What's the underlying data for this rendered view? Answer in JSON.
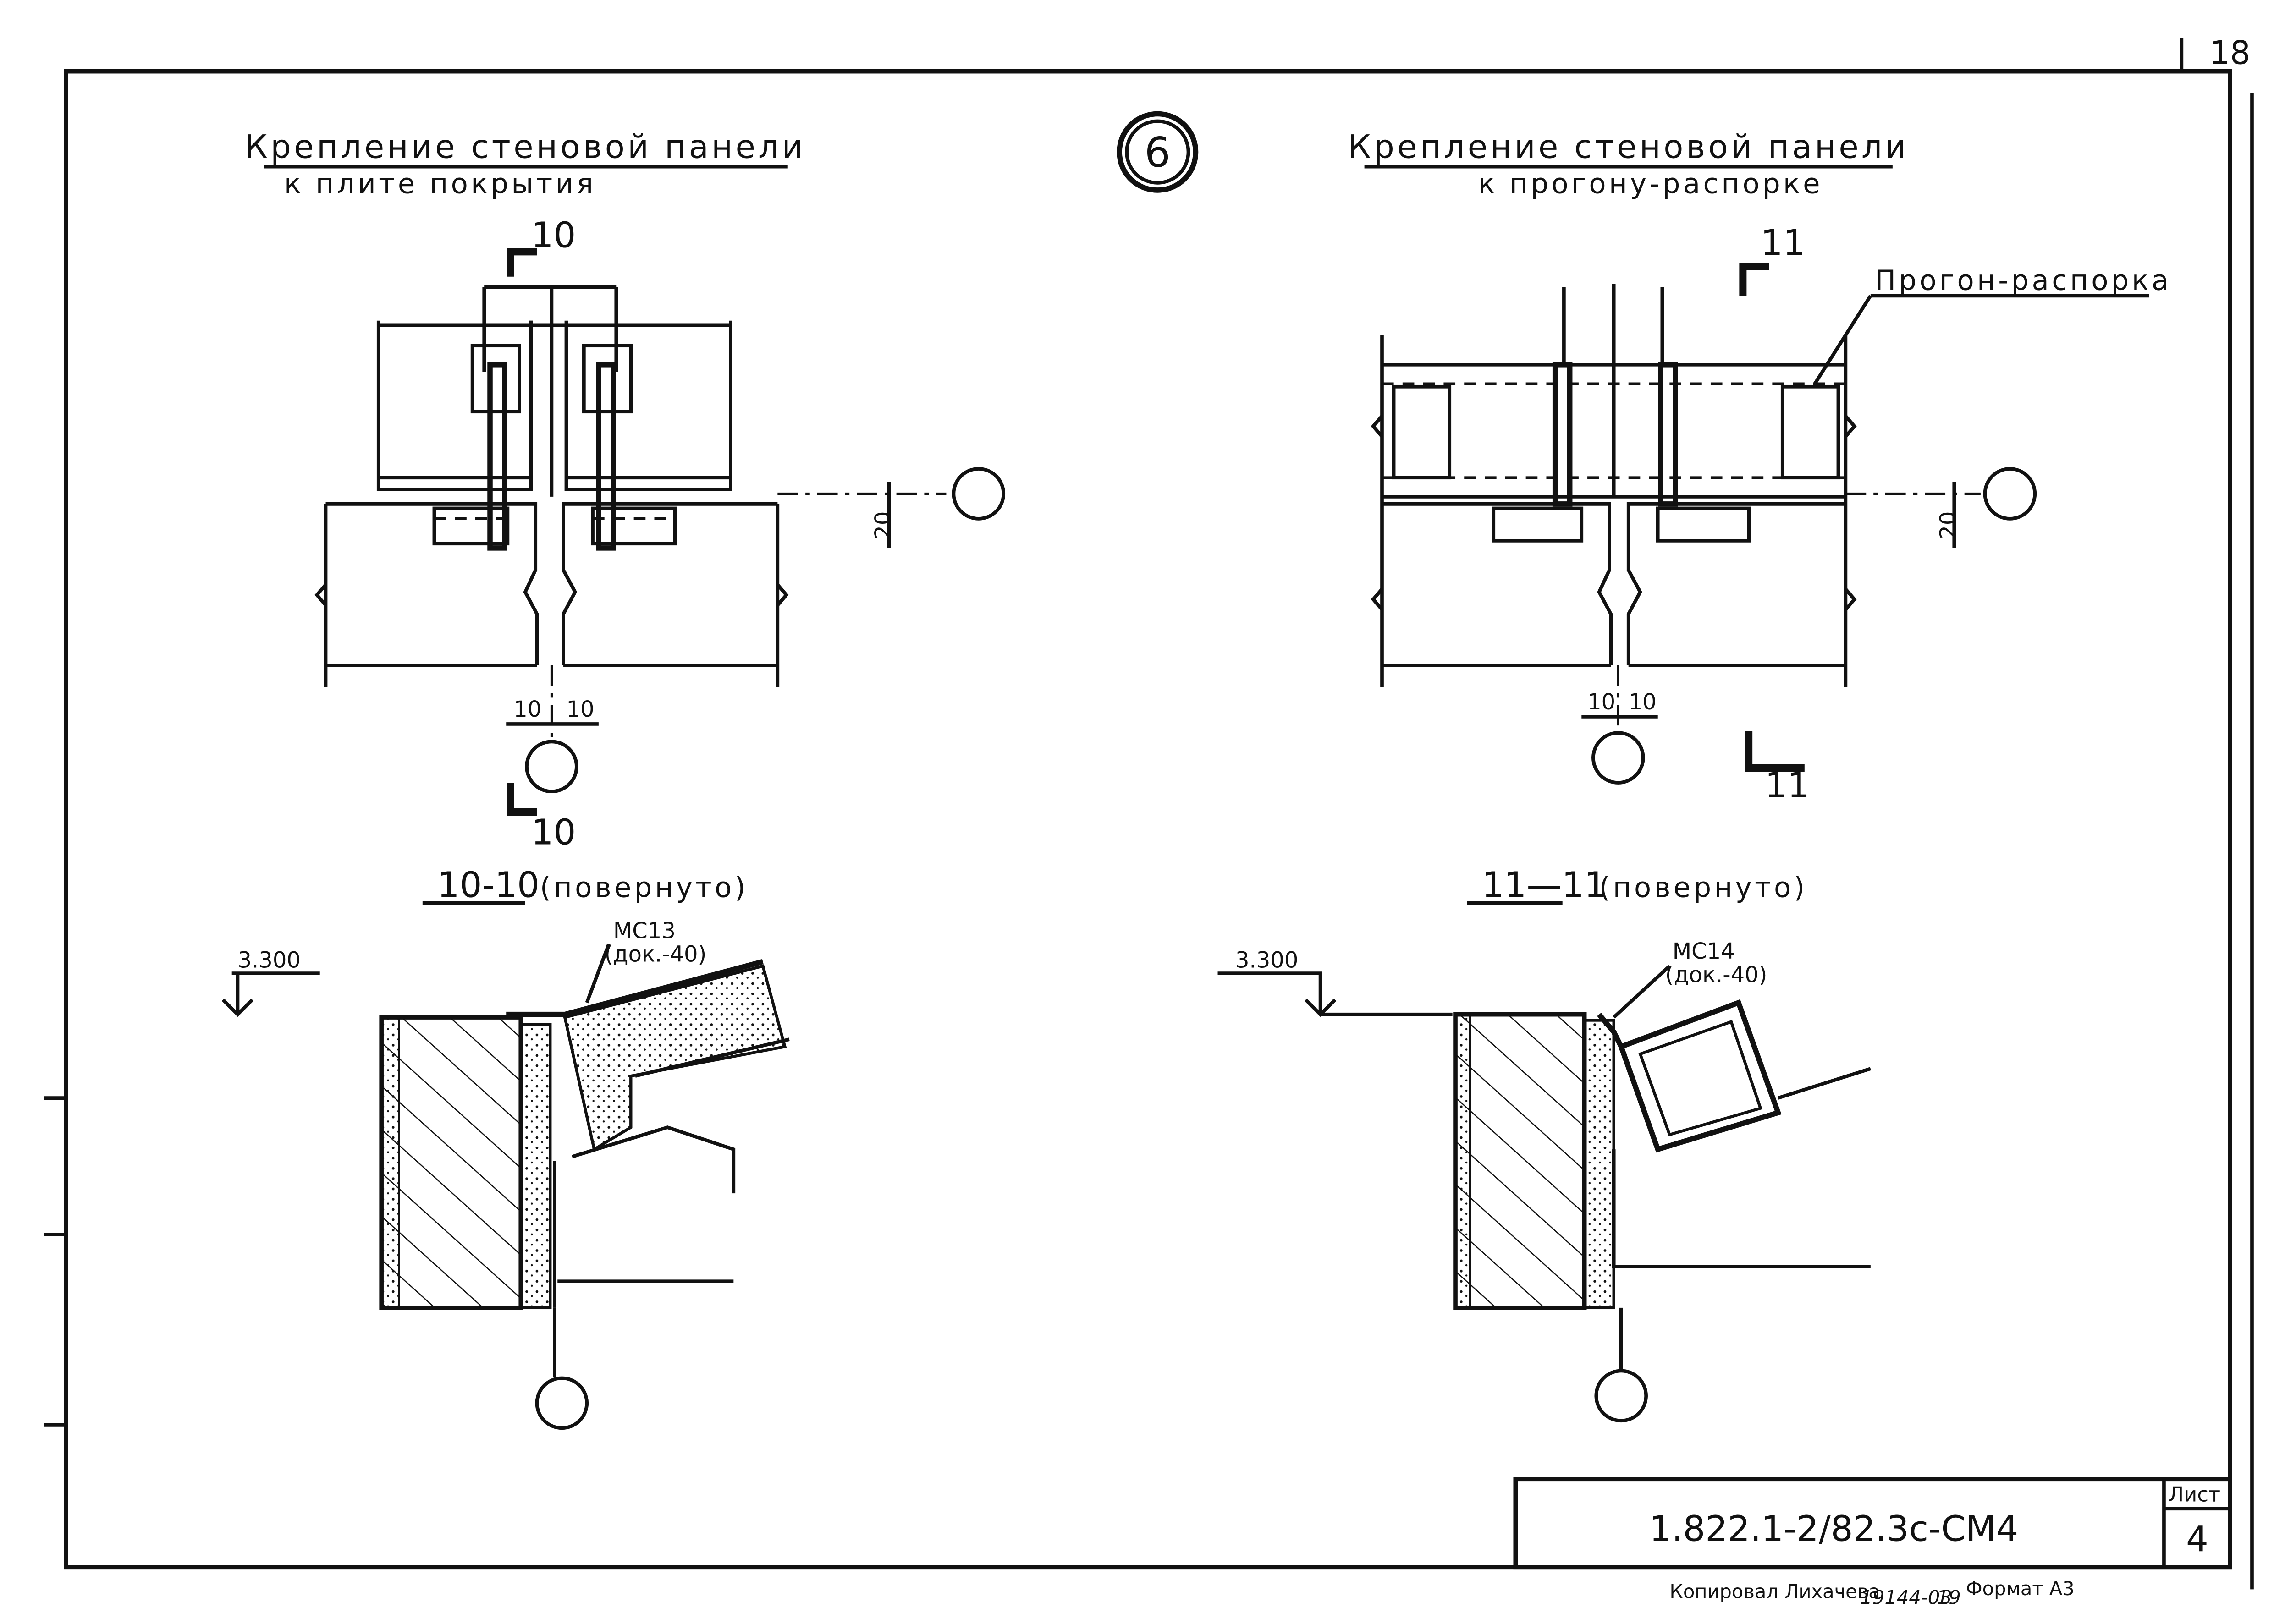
{
  "sheet": {
    "page_number": "18",
    "marker": "6",
    "document_code": "1.822.1-2/82.3с-СМ4",
    "sheet_label": "Лист",
    "sheet_number": "4",
    "copied_by": "Копировал Лихачева",
    "inventory": "19144-03",
    "inventory_suffix": "19",
    "format": "Формат А3"
  },
  "left_plan": {
    "title": "Крепление стеновой панели",
    "subtitle": "к плите покрытия",
    "cut_top": "10",
    "cut_bottom": "10",
    "dim_gap_left": "10",
    "dim_gap_right": "10",
    "dim_offset": "20"
  },
  "right_plan": {
    "title": "Крепление стеновой панели",
    "subtitle": "к прогону-распорке",
    "cut_top": "11",
    "cut_bottom": "11",
    "callout": "Прогон-распорка",
    "dim_gap_left": "10",
    "dim_gap_right": "10",
    "dim_offset": "20"
  },
  "left_section": {
    "label": "10-10",
    "note": "(повернуто)",
    "elevation": "3.300",
    "part": "МС13",
    "part_doc": "(док.-40)"
  },
  "right_section": {
    "label": "11—11",
    "note": "(повернуто)",
    "elevation": "3.300",
    "part": "МС14",
    "part_doc": "(док.-40)"
  }
}
